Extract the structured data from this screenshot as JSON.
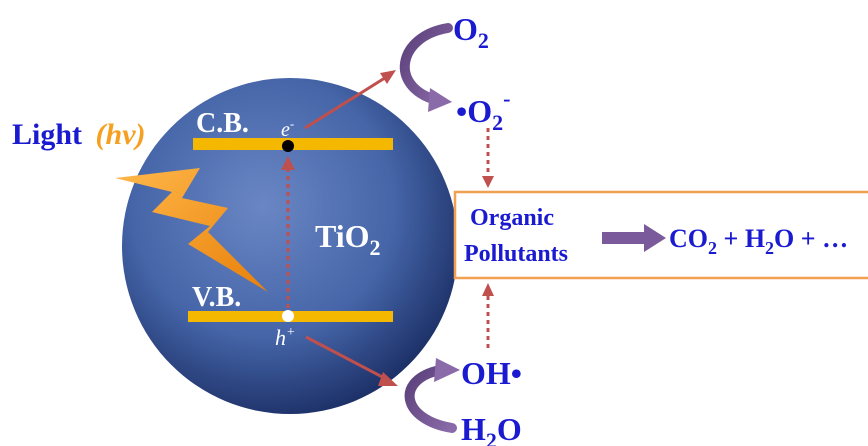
{
  "labels": {
    "light": "Light",
    "hv": "(hv)",
    "cb": "C.B.",
    "vb": "V.B.",
    "electron": "e",
    "electron_sup": "-",
    "hole": "h",
    "hole_sup": "+",
    "tio2_main": "TiO",
    "tio2_sub": "2",
    "o2_main": "O",
    "o2_sub": "2",
    "superoxide_dot": "•",
    "superoxide_main": "O",
    "superoxide_sub": "2",
    "superoxide_sup": "-",
    "oh_text": "OH",
    "oh_dot": "•",
    "h2o_h": "H",
    "h2o_sub": "2",
    "h2o_o": "O",
    "organic_line1": "Organic",
    "organic_line2": "Pollutants",
    "prod_co": "CO",
    "prod_co_sub": "2",
    "prod_plus1": " + H",
    "prod_h_sub": "2",
    "prod_tail": "O + …"
  },
  "colors": {
    "sphere_center": "#5a78b8",
    "sphere_edge": "#1c2f66",
    "band": "#f5b800",
    "lightning": "#f59a1c",
    "label_blue": "#1a1ad0",
    "hv_orange": "#f5a020",
    "arrow_red": "#c0504d",
    "curve_purple": "#6a3f8a",
    "box_border": "#f0a050"
  }
}
